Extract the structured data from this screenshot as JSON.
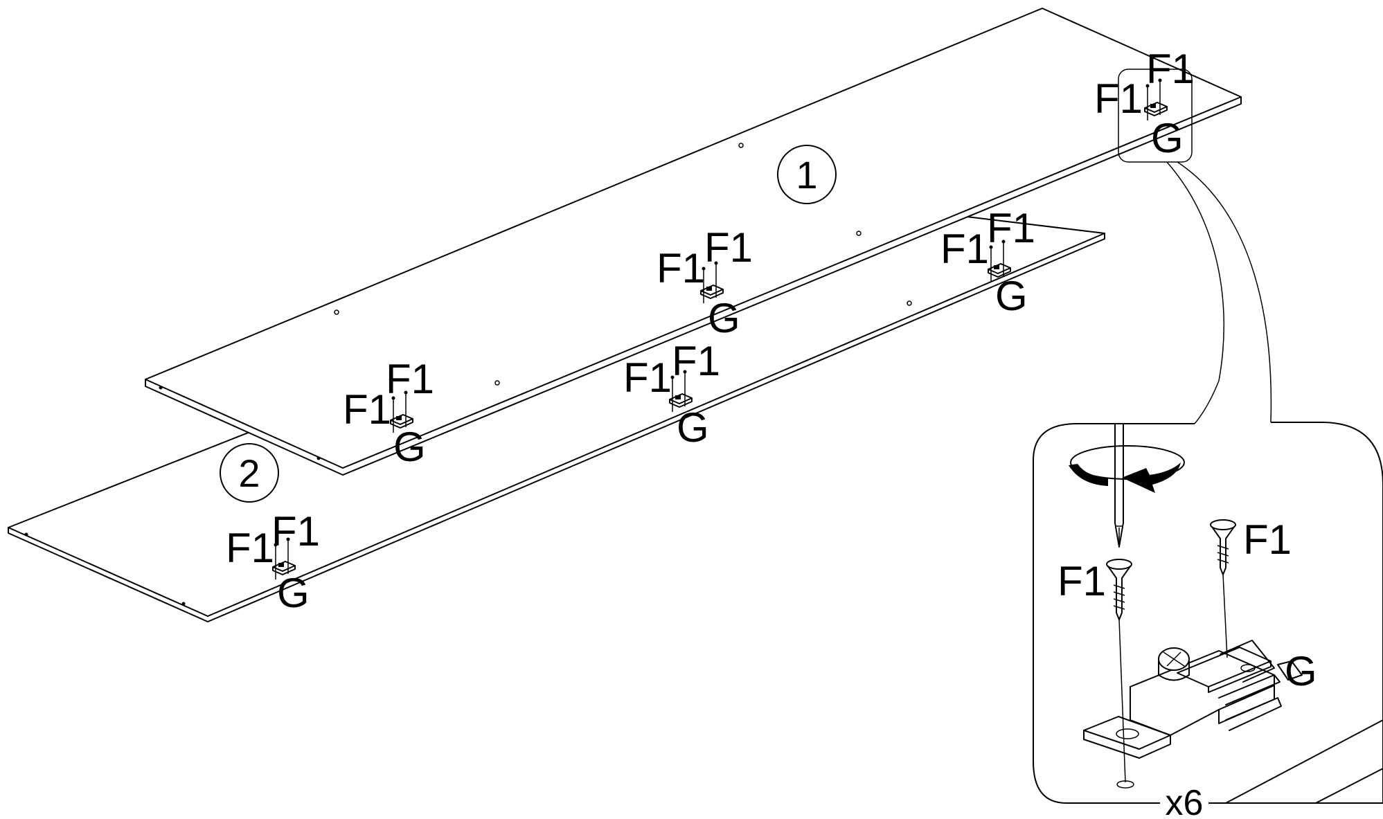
{
  "parts": {
    "panel_1": "1",
    "panel_2": "2"
  },
  "labels": {
    "screw": "F1",
    "bracket": "G"
  },
  "detail": {
    "quantity": "x6",
    "screw_label_left": "F1",
    "screw_label_right": "F1",
    "bracket_label": "G",
    "tool_icon": "screwdriver-icon",
    "rotation_icon": "clockwise-arrow-icon"
  }
}
